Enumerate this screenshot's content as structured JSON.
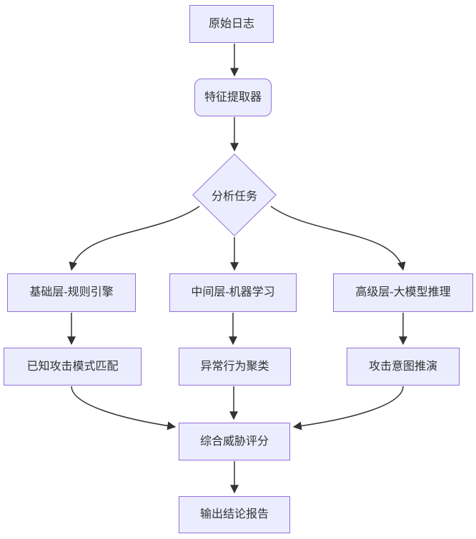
{
  "diagram": {
    "type": "flowchart",
    "direction": "top-down",
    "background": "#ffffff",
    "node_fill": "#ECECFF",
    "node_border": "#9370DB",
    "edge_color": "#333333",
    "text_color": "#333333"
  },
  "nodes": {
    "raw_logs": {
      "label": "原始日志",
      "shape": "rect"
    },
    "feature_extract": {
      "label": "特征提取器",
      "shape": "rounded-rect"
    },
    "analysis_task": {
      "label": "分析任务",
      "shape": "diamond"
    },
    "basic_rules": {
      "label": "基础层-规则引擎",
      "shape": "rect"
    },
    "middle_ml": {
      "label": "中间层-机器学习",
      "shape": "rect"
    },
    "advanced_llm": {
      "label": "高级层-大模型推理",
      "shape": "rect"
    },
    "known_attack": {
      "label": "已知攻击模式匹配",
      "shape": "rect"
    },
    "anomaly_cluster": {
      "label": "异常行为聚类",
      "shape": "rect"
    },
    "attack_intent": {
      "label": "攻击意图推演",
      "shape": "rect"
    },
    "threat_score": {
      "label": "综合威胁评分",
      "shape": "rect"
    },
    "output_report": {
      "label": "输出结论报告",
      "shape": "rect"
    }
  },
  "edges": [
    {
      "from": "raw_logs",
      "to": "feature_extract"
    },
    {
      "from": "feature_extract",
      "to": "analysis_task"
    },
    {
      "from": "analysis_task",
      "to": "basic_rules"
    },
    {
      "from": "analysis_task",
      "to": "middle_ml"
    },
    {
      "from": "analysis_task",
      "to": "advanced_llm"
    },
    {
      "from": "basic_rules",
      "to": "known_attack"
    },
    {
      "from": "middle_ml",
      "to": "anomaly_cluster"
    },
    {
      "from": "advanced_llm",
      "to": "attack_intent"
    },
    {
      "from": "known_attack",
      "to": "threat_score"
    },
    {
      "from": "anomaly_cluster",
      "to": "threat_score"
    },
    {
      "from": "attack_intent",
      "to": "threat_score"
    },
    {
      "from": "threat_score",
      "to": "output_report"
    }
  ]
}
